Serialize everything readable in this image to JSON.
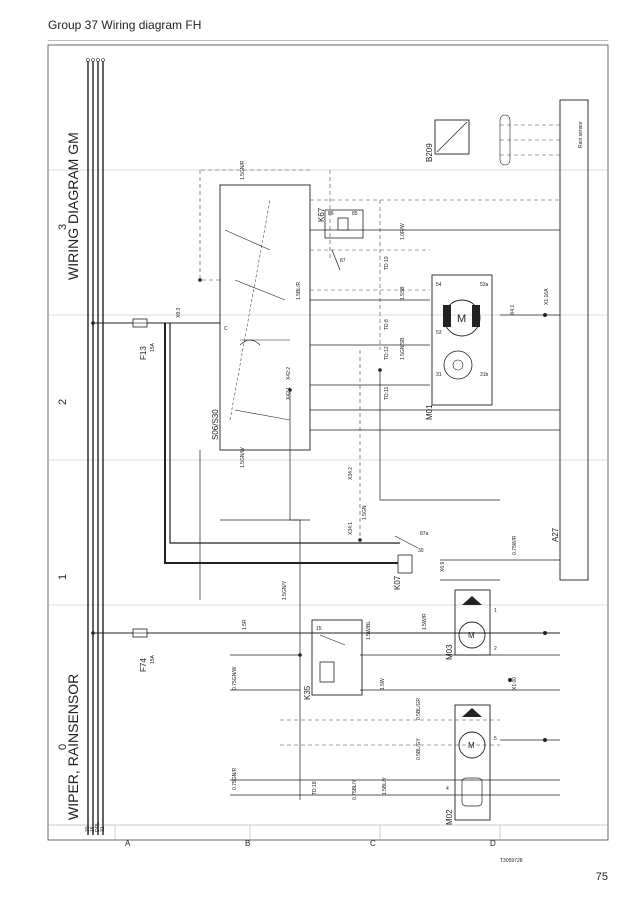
{
  "header": {
    "title": "Group 37 Wiring diagram FH"
  },
  "page": {
    "number": "75"
  },
  "diagram": {
    "title_left": "WIPER, RAINSENSOR",
    "title_right": "WIRING DIAGRAM GM",
    "drawing_no": "T3059728",
    "col_markers": [
      "0",
      "1",
      "2",
      "3"
    ],
    "row_markers": [
      "A",
      "B",
      "C",
      "D"
    ],
    "bus_labels": [
      "30",
      "15",
      "DRL",
      "31"
    ],
    "components": {
      "f13": {
        "code": "F13",
        "rating": "15A"
      },
      "f74": {
        "code": "F74",
        "rating": "15A"
      },
      "s06": {
        "code": "S06/S30"
      },
      "k67": {
        "code": "K67"
      },
      "k07": {
        "code": "K07"
      },
      "k35": {
        "code": "K35"
      },
      "m01": {
        "code": "M01"
      },
      "m02": {
        "code": "M02"
      },
      "m03": {
        "code": "M03"
      },
      "b209": {
        "code": "B209"
      },
      "a27": {
        "code": "A27",
        "desc": "Rain sensor"
      },
      "motor_symbol": "M"
    },
    "wire_labels": [
      "1.5GN/R",
      "1.5GN/W",
      "1.5GN",
      "1.5SB",
      "1.5GN/Y",
      "1.5W/BL",
      "1.5BL/Y",
      "1.5R",
      "1.5W",
      "0.75GN/R",
      "0.75BL/Y",
      "0.75W/R",
      "1.5W/R",
      "1.5GN/SB",
      "1.5BL/R",
      "0.5BL/GY",
      "0.5BL/GR",
      "1.0R/W",
      "0.75GN/W",
      "X34:1",
      "X34:2",
      "X42:1",
      "X42:2",
      "X6:9",
      "X8:3",
      "X1:00",
      "X1:16A",
      "X4:1",
      "TD:11",
      "TD:12",
      "TD:8",
      "TD:19",
      "TD:18"
    ],
    "terminal_labels": [
      "54",
      "53",
      "31",
      "53a",
      "31b",
      "1",
      "2",
      "4",
      "5",
      "86",
      "85",
      "87",
      "87a",
      "30",
      "15",
      "C"
    ]
  }
}
